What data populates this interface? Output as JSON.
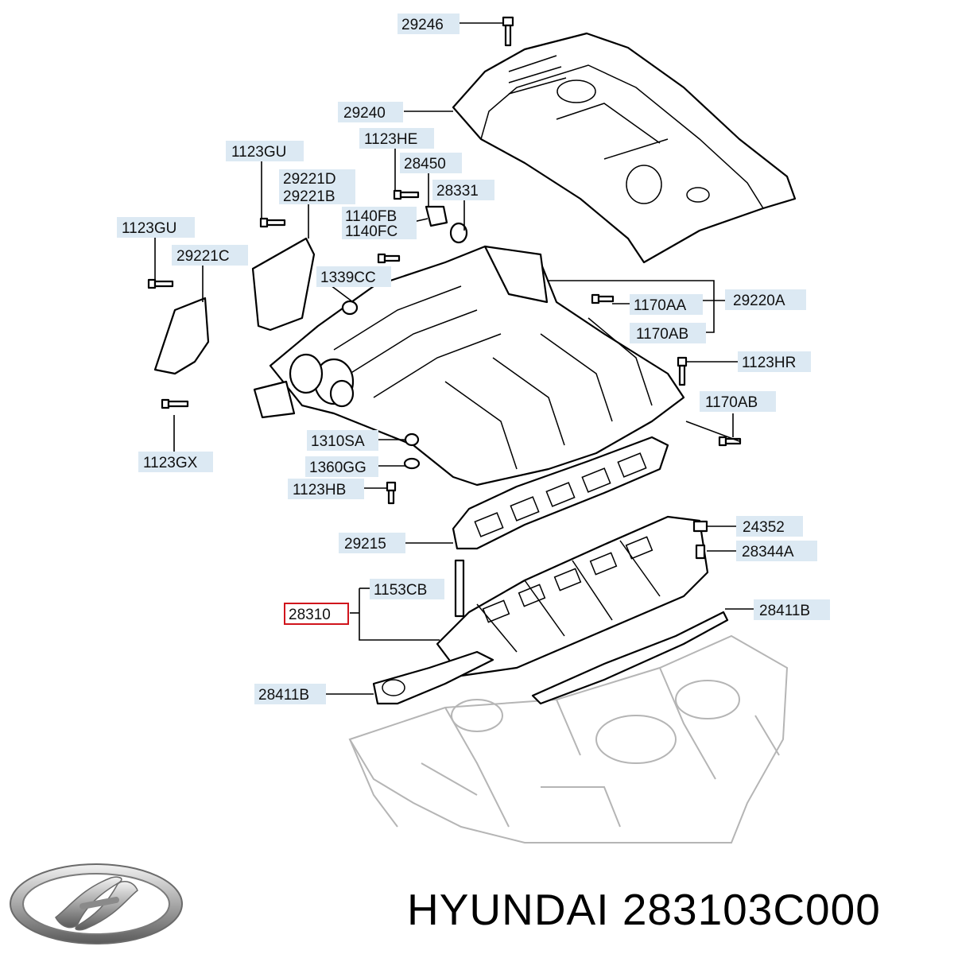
{
  "labels": [
    {
      "id": "29246",
      "text": "29246"
    },
    {
      "id": "29240",
      "text": "29240"
    },
    {
      "id": "1123HE",
      "text": "1123HE"
    },
    {
      "id": "1123GU-top",
      "text": "1123GU"
    },
    {
      "id": "28450",
      "text": "28450"
    },
    {
      "id": "29221D",
      "text": "29221D"
    },
    {
      "id": "29221B",
      "text": "29221B"
    },
    {
      "id": "28331",
      "text": "28331"
    },
    {
      "id": "1140FB",
      "text": "1140FB"
    },
    {
      "id": "1140FC",
      "text": "1140FC"
    },
    {
      "id": "1123GU-left",
      "text": "1123GU"
    },
    {
      "id": "29221C",
      "text": "29221C"
    },
    {
      "id": "1339CC",
      "text": "1339CC"
    },
    {
      "id": "1170AA",
      "text": "1170AA"
    },
    {
      "id": "29220A",
      "text": "29220A"
    },
    {
      "id": "1170AB-top",
      "text": "1170AB"
    },
    {
      "id": "1123HR",
      "text": "1123HR"
    },
    {
      "id": "1170AB-right",
      "text": "1170AB"
    },
    {
      "id": "1310SA",
      "text": "1310SA"
    },
    {
      "id": "1360GG",
      "text": "1360GG"
    },
    {
      "id": "1123HB",
      "text": "1123HB"
    },
    {
      "id": "1123GX",
      "text": "1123GX"
    },
    {
      "id": "24352",
      "text": "24352"
    },
    {
      "id": "29215",
      "text": "29215"
    },
    {
      "id": "28344A",
      "text": "28344A"
    },
    {
      "id": "1153CB",
      "text": "1153CB"
    },
    {
      "id": "28310",
      "text": "28310"
    },
    {
      "id": "28411B-right",
      "text": "28411B"
    },
    {
      "id": "28411B-left",
      "text": "28411B"
    }
  ],
  "highlighted_part": "28310",
  "brand": {
    "name": "HYUNDAI",
    "part_number": "283103C000",
    "logo": "hyundai-logo"
  },
  "colors": {
    "label_bg": "#dce9f3",
    "highlight_border": "#d0141c",
    "line": "#000000",
    "block_outline": "#b5b5b5"
  }
}
